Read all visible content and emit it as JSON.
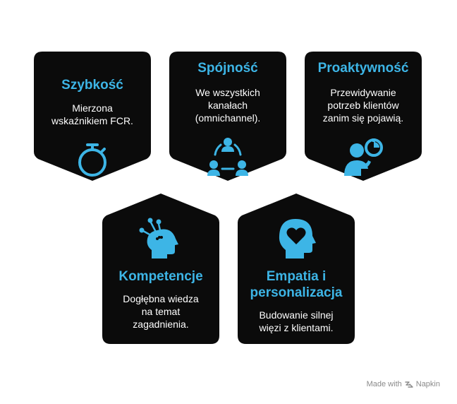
{
  "cards": [
    {
      "title": "Szybkość",
      "desc": "Mierzona wskaźnikiem FCR.",
      "icon": "stopwatch-icon"
    },
    {
      "title": "Spójność",
      "desc": "We wszystkich kanałach (omnichannel).",
      "icon": "people-network-icon"
    },
    {
      "title": "Proaktywność",
      "desc": "Przewidywanie potrzeb klientów zanim się pojawią.",
      "icon": "person-thinking-icon"
    },
    {
      "title": "Kompetencje",
      "desc": "Dogłębna wiedza na temat zagadnienia.",
      "icon": "head-pins-icon"
    },
    {
      "title": "Empatia i personalizacja",
      "desc": "Budowanie silnej więzi z klientami.",
      "icon": "head-heart-icon"
    }
  ],
  "footer": {
    "made_with": "Made with",
    "brand": "Napkin"
  },
  "colors": {
    "accent": "#3db5e6",
    "card": "#0b0b0b"
  }
}
